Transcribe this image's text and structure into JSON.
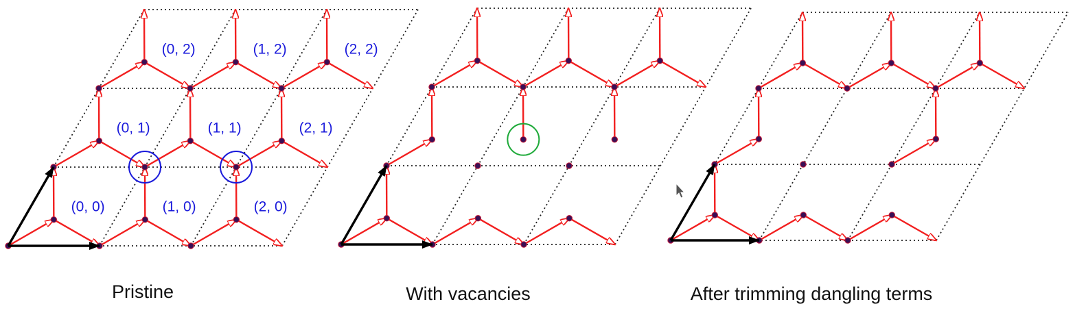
{
  "panels": [
    {
      "caption": "Pristine",
      "cell_labels": [
        "(0, 0)",
        "(1, 0)",
        "(2, 0)",
        "(0, 1)",
        "(1, 1)",
        "(2, 1)",
        "(0, 2)",
        "(1, 2)",
        "(2, 2)"
      ],
      "highlight_color": "#1a1adb"
    },
    {
      "caption": "With vacancies",
      "highlight_color": "#1faa3a"
    },
    {
      "caption": "After trimming dangling terms"
    }
  ],
  "colors": {
    "bond": "#f21f1f",
    "grid": "#222222",
    "site": "#3a0f55",
    "lattice_vector": "#000000",
    "label": "#1a1adb"
  },
  "icons": [
    "mouse-cursor-icon"
  ]
}
